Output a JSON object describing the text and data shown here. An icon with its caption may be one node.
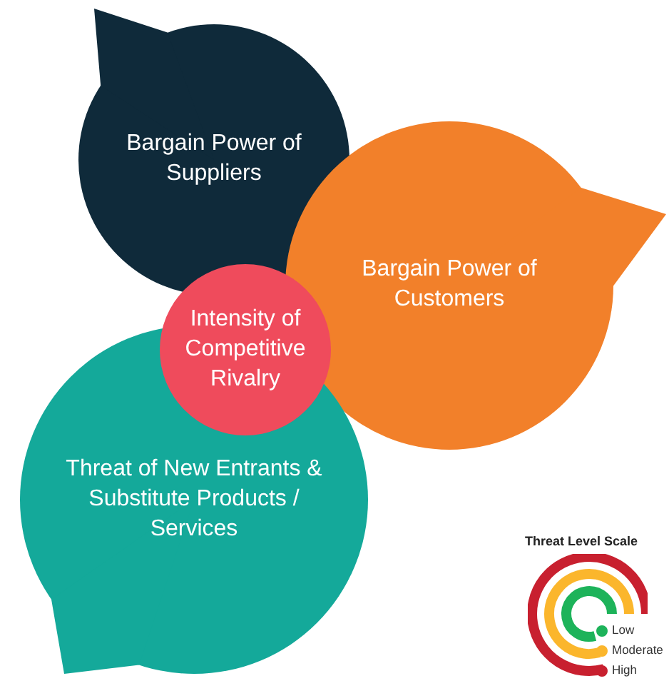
{
  "diagram": {
    "nodes": [
      {
        "text": [
          "Bargain Power of Suppliers"
        ]
      },
      {
        "text": [
          "Bargain Power of Customers"
        ]
      },
      {
        "text": [
          "Threat of New Entrants & Substitute Products / Services"
        ]
      },
      {
        "text": [
          "Intensity of Competitive Rivalry"
        ]
      }
    ],
    "labels": [
      "Threat Level Scale"
    ],
    "legend": [
      {
        "text": "Low",
        "color": "#1db35a"
      },
      {
        "text": "Moderate",
        "color": "#fbb62c"
      },
      {
        "text": "High",
        "color": "#c8202f"
      }
    ]
  }
}
